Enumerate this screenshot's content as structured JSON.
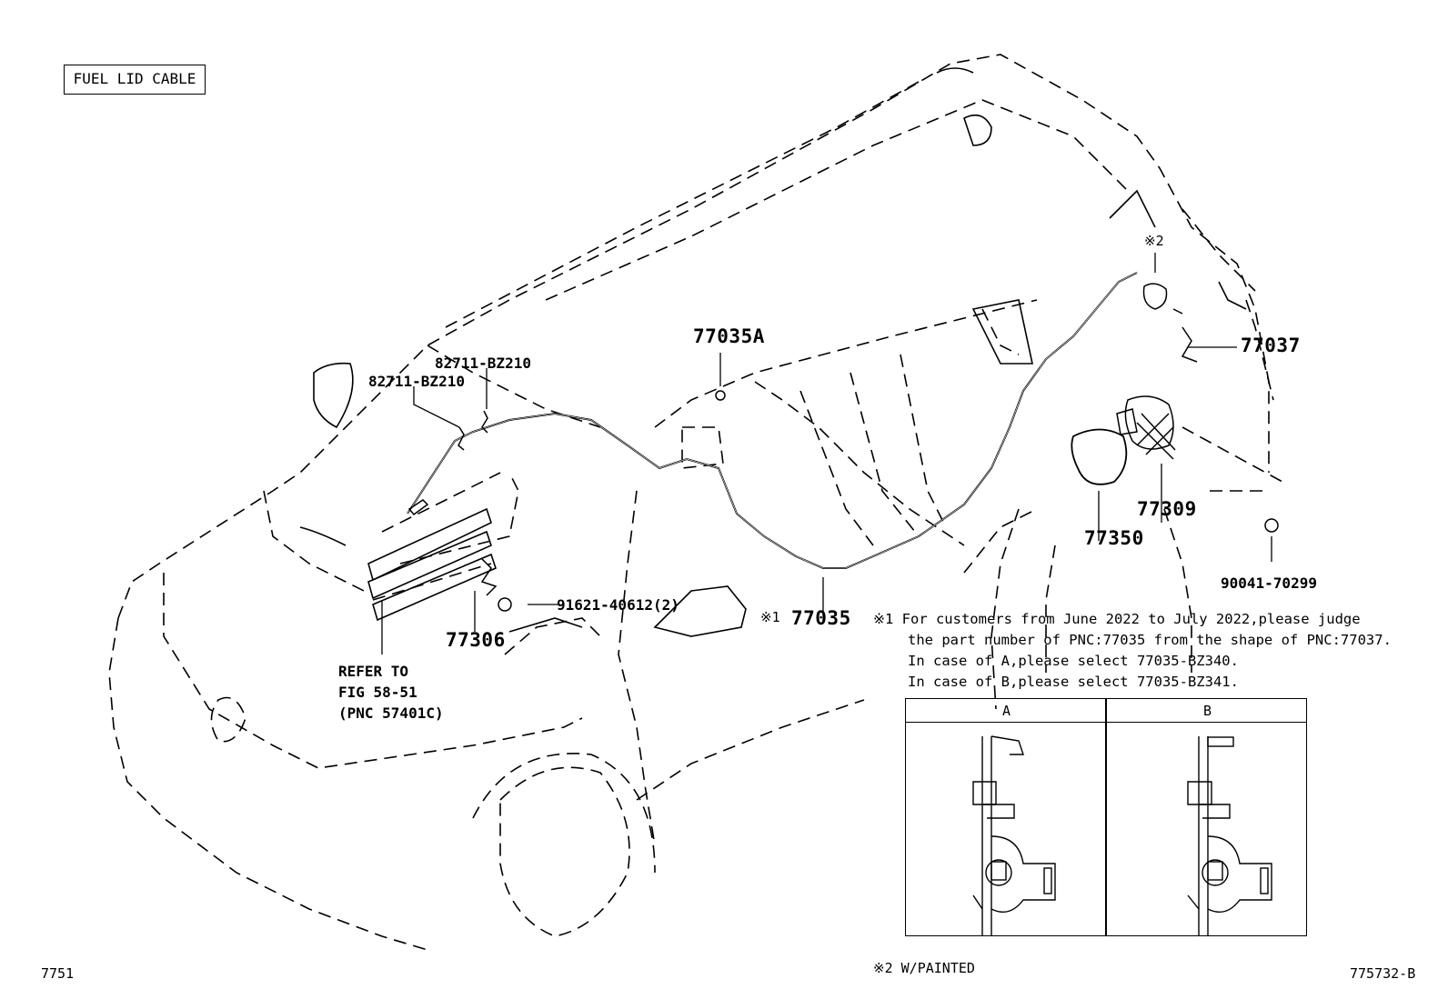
{
  "title": "FUEL LID CABLE",
  "page_left_code": "7751",
  "page_right_code": "775732-B",
  "callouts": {
    "p82711_a": "82711-BZ210",
    "p82711_b": "82711-BZ210",
    "p77035A": "77035A",
    "p77035_mark": "※1",
    "p77035": "77035",
    "p77037": "77037",
    "p77309": "77309",
    "p77350": "77350",
    "p90041": "90041-70299",
    "p91621": "91621-40612(2)",
    "p77306": "77306",
    "mark2": "※2",
    "refer_line1": "REFER TO",
    "refer_line2": "FIG 58-51",
    "refer_line3": "(PNC 57401C)"
  },
  "notes": {
    "n1_line1": "※1 For customers from June 2022 to July 2022,please judge",
    "n1_line2": "the part number of PNC:77035 from the shape of PNC:77037.",
    "n1_line3": "In case of A,please select 77035-BZ340.",
    "n1_line4": "In case of B,please select 77035-BZ341.",
    "n2": "※2 W/PAINTED"
  },
  "table": {
    "col_a": "A",
    "col_b": "B"
  }
}
